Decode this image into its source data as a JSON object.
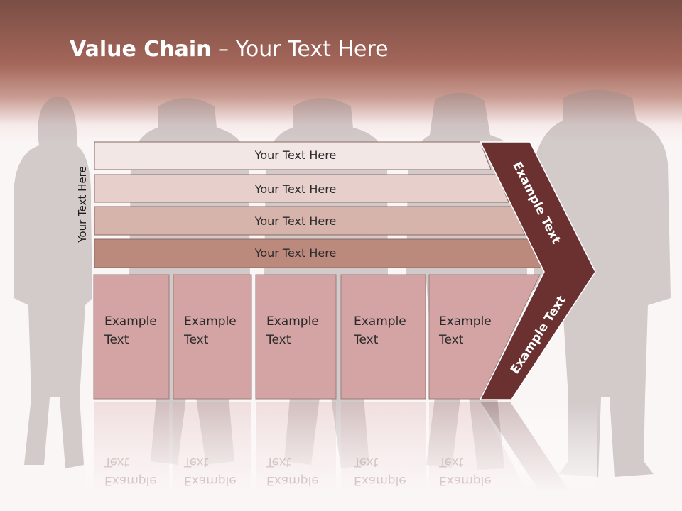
{
  "title": {
    "bold": "Value Chain",
    "rest": " – Your Text Here"
  },
  "side_label": "Your Text Here",
  "bars": [
    {
      "label": "Your Text Here",
      "fill": "#f3e7e6"
    },
    {
      "label": "Your Text Here",
      "fill": "#e7d0cc"
    },
    {
      "label": "Your Text Here",
      "fill": "#d6b3ab"
    },
    {
      "label": "Your Text Here",
      "fill": "#bb8a7d"
    }
  ],
  "boxes": [
    {
      "line1": "Example",
      "line2": "Text"
    },
    {
      "line1": "Example",
      "line2": "Text"
    },
    {
      "line1": "Example",
      "line2": "Text"
    },
    {
      "line1": "Example",
      "line2": "Text"
    },
    {
      "line1": "Example",
      "line2": "Text"
    }
  ],
  "chevron": {
    "upper": "Example Text",
    "lower": "Example Text",
    "fill": "#6b3030"
  },
  "colors": {
    "box_fill": "#d4a3a3",
    "box_stroke": "#9a7c7c",
    "bar_stroke": "#8a6a66"
  }
}
